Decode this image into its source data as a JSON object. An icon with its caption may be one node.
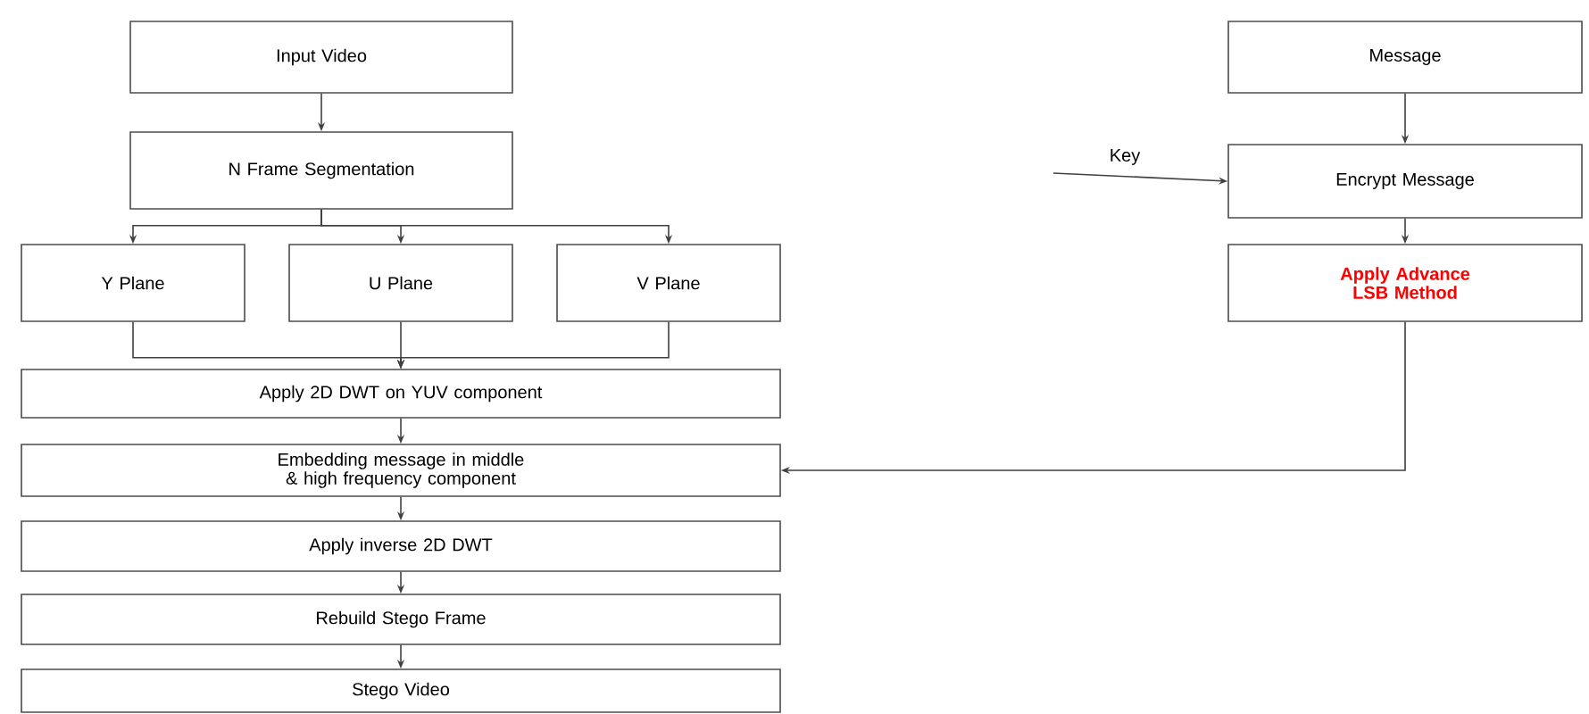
{
  "diagram": {
    "nodes": [
      {
        "text": [
          "Input Video"
        ]
      },
      {
        "text": [
          "N Frame Segmentation"
        ]
      },
      {
        "text": [
          "Y Plane"
        ]
      },
      {
        "text": [
          "U Plane"
        ]
      },
      {
        "text": [
          "V Plane"
        ]
      },
      {
        "text": [
          "Apply 2D DWT on YUV component"
        ]
      },
      {
        "text": [
          "Embedding message in middle & high frequency component"
        ]
      },
      {
        "text": [
          "Apply inverse 2D DWT"
        ]
      },
      {
        "text": [
          "Rebuild Stego Frame"
        ]
      },
      {
        "text": [
          "Stego Video"
        ]
      },
      {
        "text": [
          "Message"
        ]
      },
      {
        "text": [
          "Encrypt Message"
        ]
      },
      {
        "text": [
          "Apply Advance LSB Method"
        ]
      }
    ],
    "edges": [
      {
        "from": 0,
        "to": 1,
        "arrow": "to"
      },
      {
        "from": 1,
        "to": 2,
        "arrow": "to"
      },
      {
        "from": 1,
        "to": 3,
        "arrow": "to"
      },
      {
        "from": 1,
        "to": 4,
        "arrow": "to"
      },
      {
        "from": 2,
        "to": 5,
        "arrow": "to"
      },
      {
        "from": 3,
        "to": 5,
        "arrow": "to"
      },
      {
        "from": 4,
        "to": 5,
        "arrow": "to"
      },
      {
        "from": 5,
        "to": 6,
        "arrow": "to"
      },
      {
        "from": 6,
        "to": 7,
        "arrow": "to"
      },
      {
        "from": 7,
        "to": 8,
        "arrow": "to"
      },
      {
        "from": 8,
        "to": 9,
        "arrow": "to"
      },
      {
        "from": 10,
        "to": 11,
        "arrow": "to"
      },
      {
        "from": null,
        "to": 11,
        "arrow": "to",
        "label": "Key"
      },
      {
        "from": 11,
        "to": 12,
        "arrow": "to"
      },
      {
        "from": 12,
        "to": 6,
        "arrow": "to"
      }
    ]
  }
}
